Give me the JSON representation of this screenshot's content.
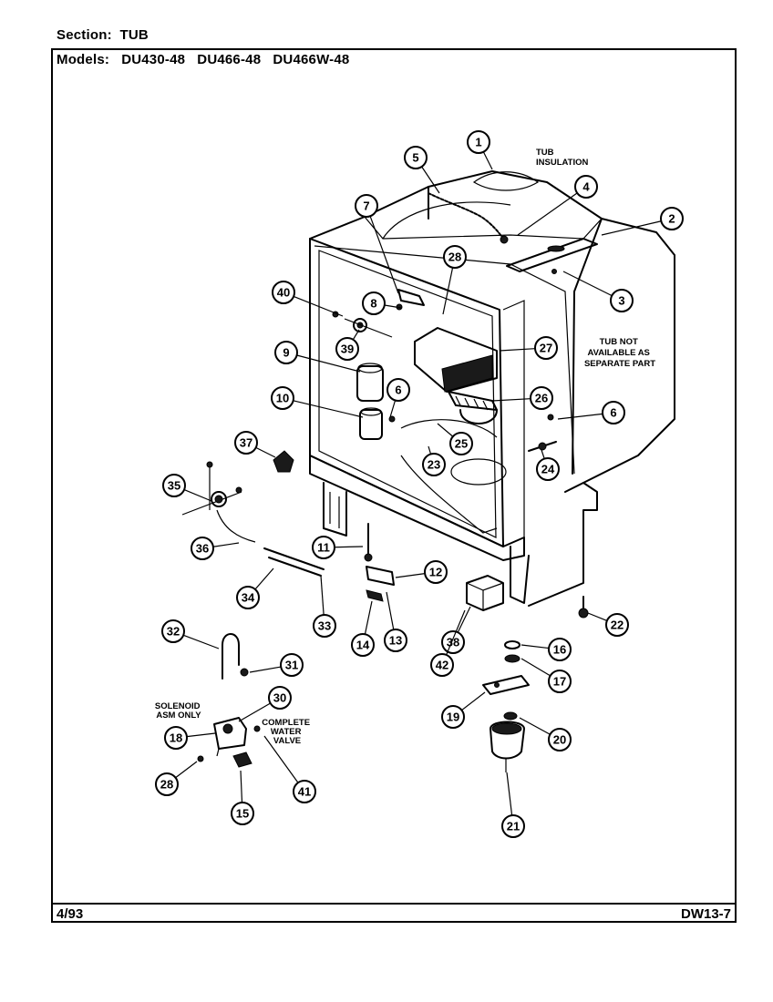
{
  "header": {
    "section_label": "Section:",
    "section_value": "TUB",
    "models_label": "Models:",
    "models": [
      "DU430-48",
      "DU466-48",
      "DU466W-48"
    ]
  },
  "notes": {
    "tub_insulation": [
      "TUB",
      "INSULATION"
    ],
    "tub_not_available": [
      "TUB NOT",
      "AVAILABLE AS",
      "SEPARATE PART"
    ],
    "solenoid": [
      "SOLENOID",
      "ASM ONLY"
    ],
    "complete_water_valve": [
      "COMPLETE",
      "WATER",
      "VALVE"
    ]
  },
  "callouts": [
    "1",
    "2",
    "3",
    "4",
    "5",
    "6",
    "6",
    "7",
    "8",
    "9",
    "10",
    "11",
    "12",
    "13",
    "14",
    "15",
    "16",
    "17",
    "18",
    "19",
    "20",
    "21",
    "22",
    "23",
    "24",
    "25",
    "26",
    "27",
    "28",
    "28",
    "30",
    "31",
    "32",
    "33",
    "34",
    "35",
    "36",
    "37",
    "38",
    "39",
    "40",
    "41",
    "42"
  ],
  "footer": {
    "date": "4/93",
    "code": "DW13-7"
  }
}
